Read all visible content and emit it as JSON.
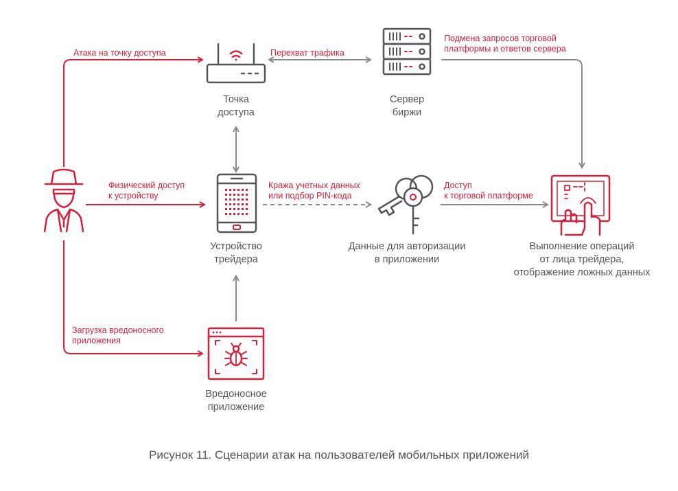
{
  "colors": {
    "attack": "#d6203a",
    "flow": "#8a8a8a",
    "text": "#555555"
  },
  "edges": {
    "attack_ap": "Атака на точку доступа",
    "intercept": "Перехват трафика",
    "spoof": [
      "Подмена запросов торговой",
      "платформы и ответов сервера"
    ],
    "physical": [
      "Физический доступ",
      "к устройству"
    ],
    "theft": [
      "Кража учетных данных",
      "или подбор PIN-кода"
    ],
    "access": [
      "Доступ",
      "к торговой платформе"
    ],
    "malware_load": [
      "Загрузка вредоносного",
      "приложения"
    ]
  },
  "nodes": {
    "access_point": {
      "label": [
        "Точка",
        "доступа"
      ],
      "icon": "router-icon"
    },
    "server": {
      "label": [
        "Сервер",
        "биржи"
      ],
      "icon": "server-icon"
    },
    "device": {
      "label": [
        "Устройство",
        "трейдера"
      ],
      "icon": "smartphone-icon"
    },
    "credentials": {
      "label": [
        "Данные для авторизации",
        "в приложении"
      ],
      "icon": "keys-icon"
    },
    "operations": {
      "label": [
        "Выполнение операций",
        "от лица трейдера,",
        "отображение ложных данных"
      ],
      "icon": "touch-screen-icon"
    },
    "malware": {
      "label": [
        "Вредоносное",
        "приложение"
      ],
      "icon": "bug-window-icon"
    },
    "attacker": {
      "icon": "hacker-icon"
    }
  },
  "caption": "Рисунок 11. Сценарии атак на пользователей мобильных приложений"
}
